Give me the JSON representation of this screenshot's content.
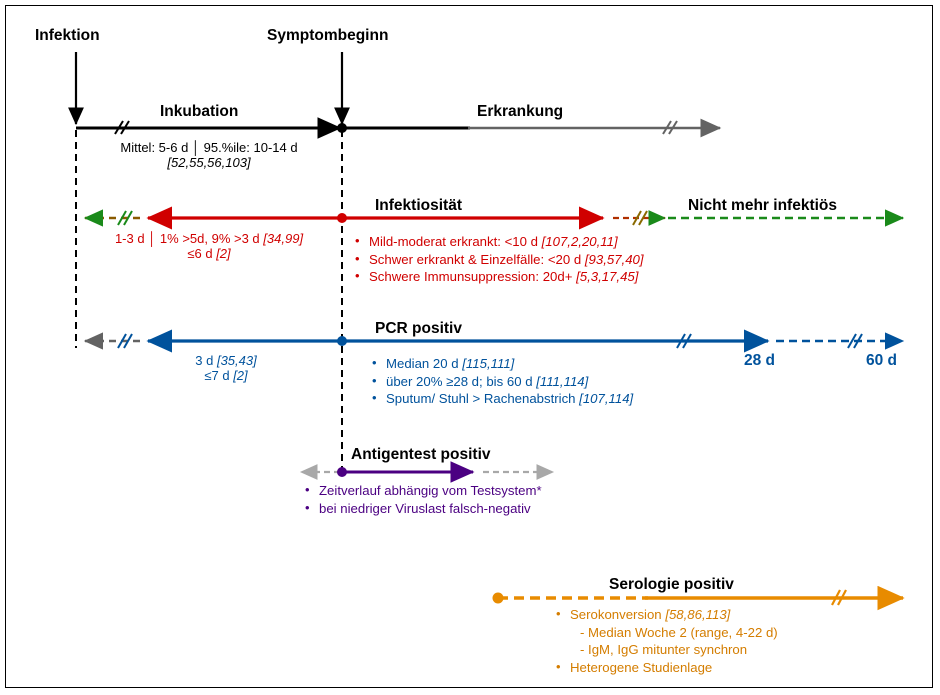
{
  "figure": {
    "title_markers": {
      "infection": "Infektion",
      "symptom_onset": "Symptombeginn"
    },
    "phases": {
      "incubation": "Inkubation",
      "illness": "Erkrankung"
    },
    "incubation_note_line1": "Mittel: 5-6 d │ 95.%ile: 10-14 d",
    "incubation_note_refs": "[52,55,56,103]"
  },
  "infectivity": {
    "title": "Infektiosität",
    "not_infectious": "Nicht mehr infektiös",
    "pre_note_line1": "1-3 d │ 1% >5d, 9% >3 d",
    "pre_note_line1_refs": "[34,99]",
    "pre_note_line2": "≤6 d",
    "pre_note_line2_refs": "[2]",
    "bullets": [
      {
        "text": "Mild-moderat erkrankt:  <10 d",
        "refs": "[107,2,20,11]"
      },
      {
        "text": "Schwer erkrankt & Einzelfälle:  <20 d",
        "refs": "[93,57,40]"
      },
      {
        "text": "Schwere Immunsuppression:   20d+",
        "refs": "[5,3,17,45]"
      }
    ],
    "color": "#d00000",
    "tail_color": "#1a8a1a"
  },
  "pcr": {
    "title": "PCR positiv",
    "pre_note_line1": "3 d",
    "pre_note_line1_refs": "[35,43]",
    "pre_note_line2": "≤7 d",
    "pre_note_line2_refs": "[2]",
    "bullets": [
      {
        "text": "Median 20 d",
        "refs": "[115,111]"
      },
      {
        "text": "über 20% ≥28 d; bis 60 d",
        "refs": "[111,114]"
      },
      {
        "text": "Sputum/ Stuhl > Rachenabstrich",
        "refs": "[107,114]"
      }
    ],
    "tick_28": "28 d",
    "tick_60": "60 d",
    "color": "#00529c"
  },
  "antigen": {
    "title": "Antigentest positiv",
    "bullets": [
      {
        "text": "Zeitverlauf  abhängig vom Testsystem*",
        "refs": ""
      },
      {
        "text": "bei niedriger Viruslast falsch-negativ",
        "refs": ""
      }
    ],
    "color": "#4b0082"
  },
  "serology": {
    "title": "Serologie positiv",
    "bullets": [
      {
        "text": "Serokonversion",
        "refs": "[58,86,113]",
        "type": "bullet"
      },
      {
        "text": "- Median Woche 2 (range, 4-22 d)",
        "refs": "",
        "type": "dash"
      },
      {
        "text": "- IgM, IgG  mitunter  synchron",
        "refs": "",
        "type": "dash"
      },
      {
        "text": "Heterogene Studienlage",
        "refs": "",
        "type": "bullet"
      }
    ],
    "color": "#e88b00"
  }
}
